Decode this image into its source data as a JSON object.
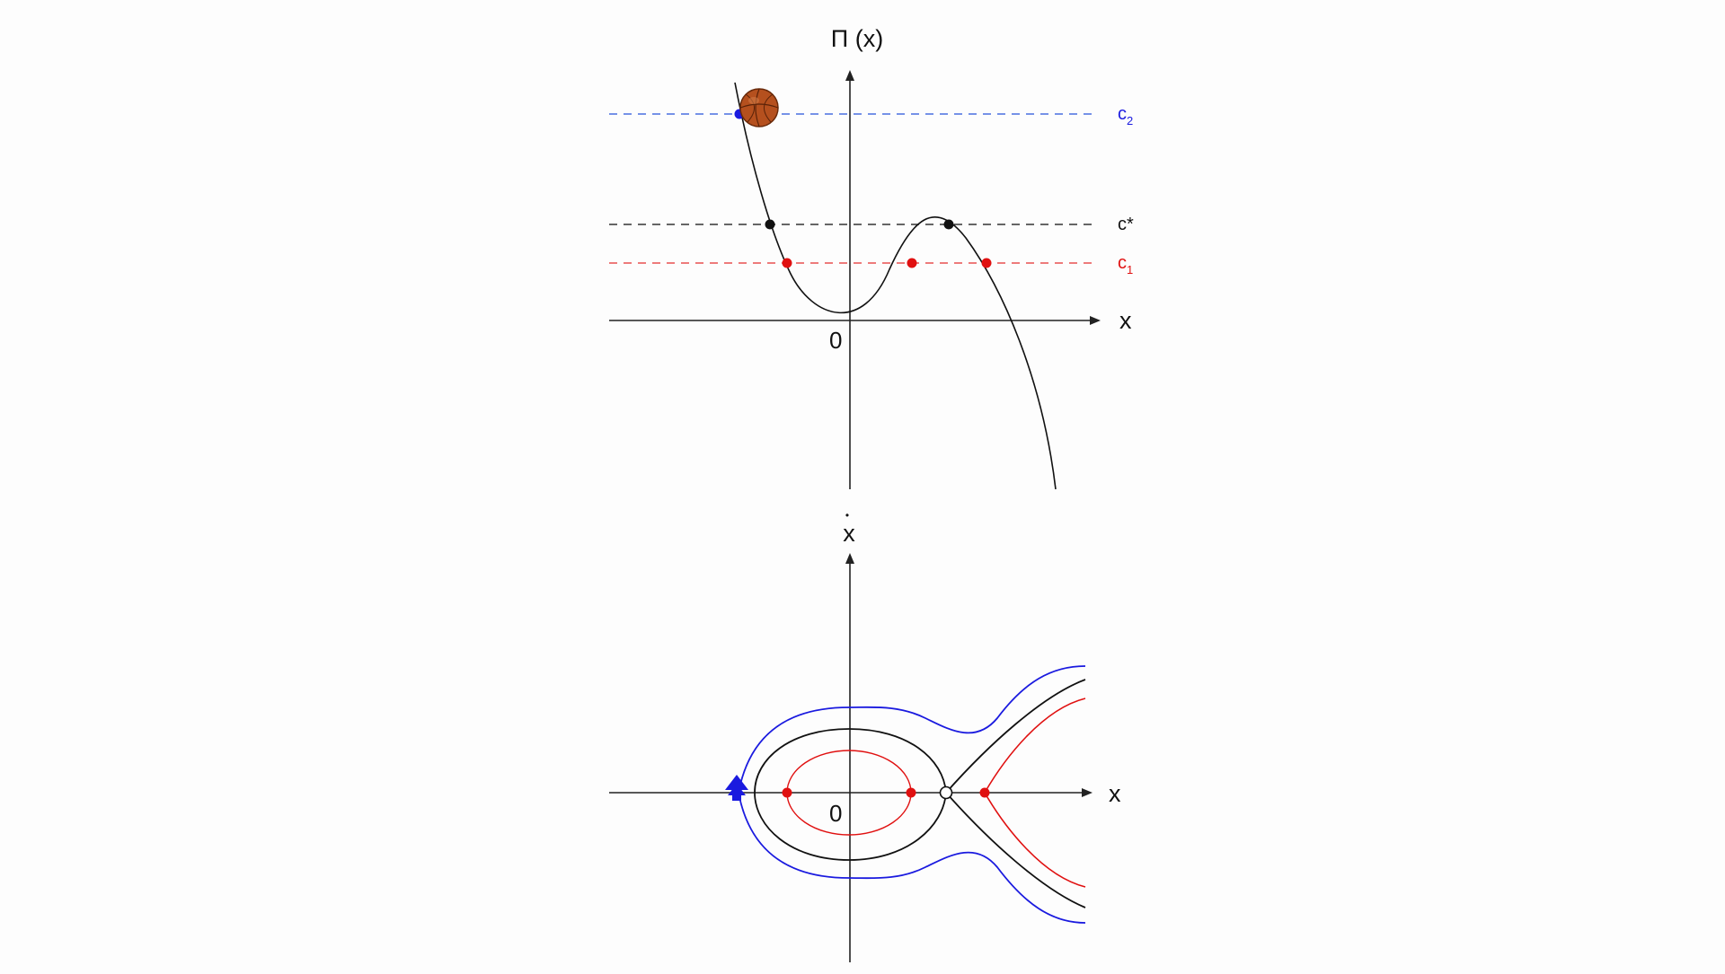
{
  "colors": {
    "axis": "#222222",
    "curve": "#111111",
    "blue": "#1a1adf",
    "blue_dash": "#4a6fe0",
    "red": "#e01010",
    "red_dash": "#e85050",
    "black": "#111111",
    "ball_fill": "#b5501e",
    "ball_dark": "#6a2a0a"
  },
  "top_plot": {
    "y_axis_label": "Π (x)",
    "x_axis_label": "x",
    "origin_label": "0",
    "levels": [
      {
        "id": "c2",
        "label_main": "c",
        "label_sub": "2",
        "color": "blue"
      },
      {
        "id": "cstar",
        "label_main": "c*",
        "label_sub": "",
        "color": "black"
      },
      {
        "id": "c1",
        "label_main": "c",
        "label_sub": "1",
        "color": "red"
      }
    ],
    "ball_icon": "basketball-icon"
  },
  "bottom_plot": {
    "y_axis_label": "x",
    "y_axis_dot": "•",
    "x_axis_label": "x",
    "origin_label": "0",
    "arrow_icon": "direction-arrow-icon"
  }
}
